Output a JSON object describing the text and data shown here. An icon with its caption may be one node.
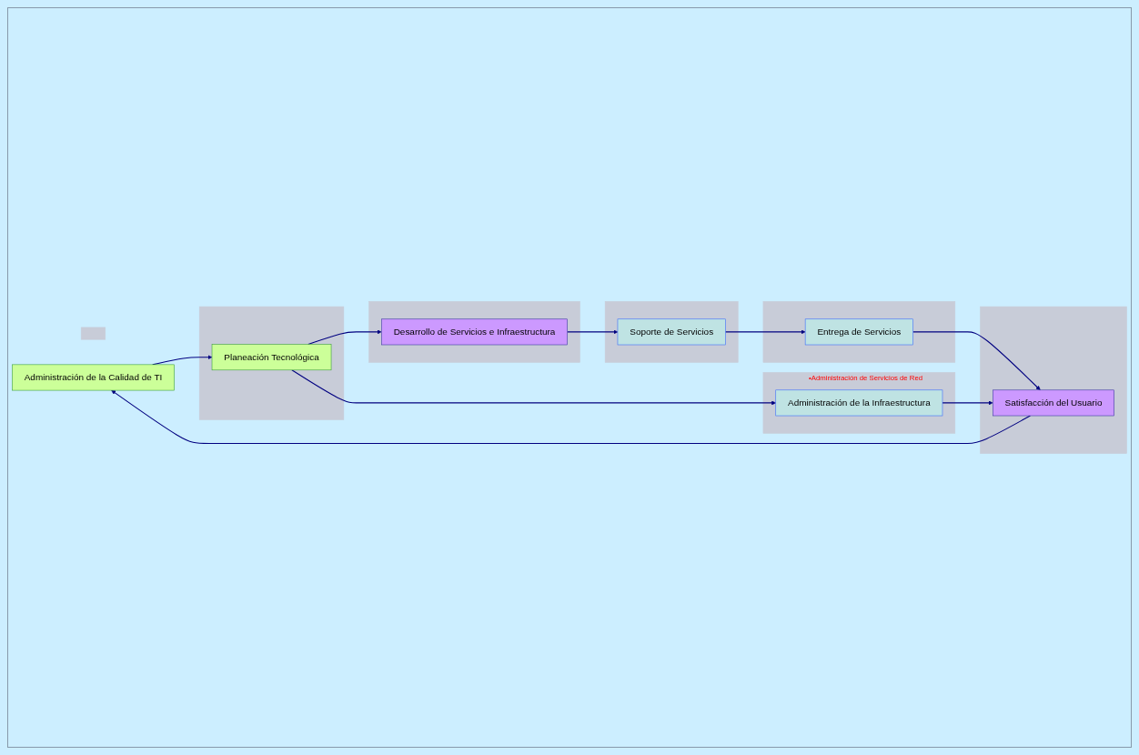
{
  "diagram": {
    "nodes": [
      {
        "text": [],
        "shape": "box"
      },
      {
        "text": [
          "Administración de la Calidad de TI"
        ]
      },
      {
        "text": [],
        "shape": "box"
      },
      {
        "text": [
          "Planeación Tecnológica"
        ],
        "in": 2
      },
      {
        "text": [],
        "shape": "box"
      },
      {
        "text": [
          "Satisfacción del Usuario"
        ],
        "in": 4
      },
      {
        "text": [],
        "shape": "box"
      },
      {
        "text": [
          "Desarrollo de Servicios e Infraestructura"
        ],
        "in": 6
      },
      {
        "text": [],
        "shape": "box"
      },
      {
        "text": [
          "Soporte de Servicios"
        ],
        "in": 8
      },
      {
        "text": [],
        "shape": "box"
      },
      {
        "text": [
          "Entrega de Servicios"
        ],
        "in": 10
      },
      {
        "text": [
          "•Administración de Servicios de Red"
        ]
      },
      {
        "text": [
          "Administración de la Infraestructura"
        ],
        "in": 12
      }
    ],
    "edges": [
      {
        "from": 1,
        "to": 3,
        "arrow": "to"
      },
      {
        "from": 5,
        "to": 1,
        "arrow": "to"
      },
      {
        "from": 3,
        "to": 7,
        "arrow": "to"
      },
      {
        "from": 7,
        "to": 9,
        "arrow": "to"
      },
      {
        "from": 9,
        "to": 11,
        "arrow": "to"
      },
      {
        "from": 11,
        "to": 5,
        "arrow": "to"
      },
      {
        "from": 3,
        "to": 13,
        "arrow": "to"
      },
      {
        "from": 13,
        "to": 5,
        "arrow": "to"
      }
    ]
  }
}
